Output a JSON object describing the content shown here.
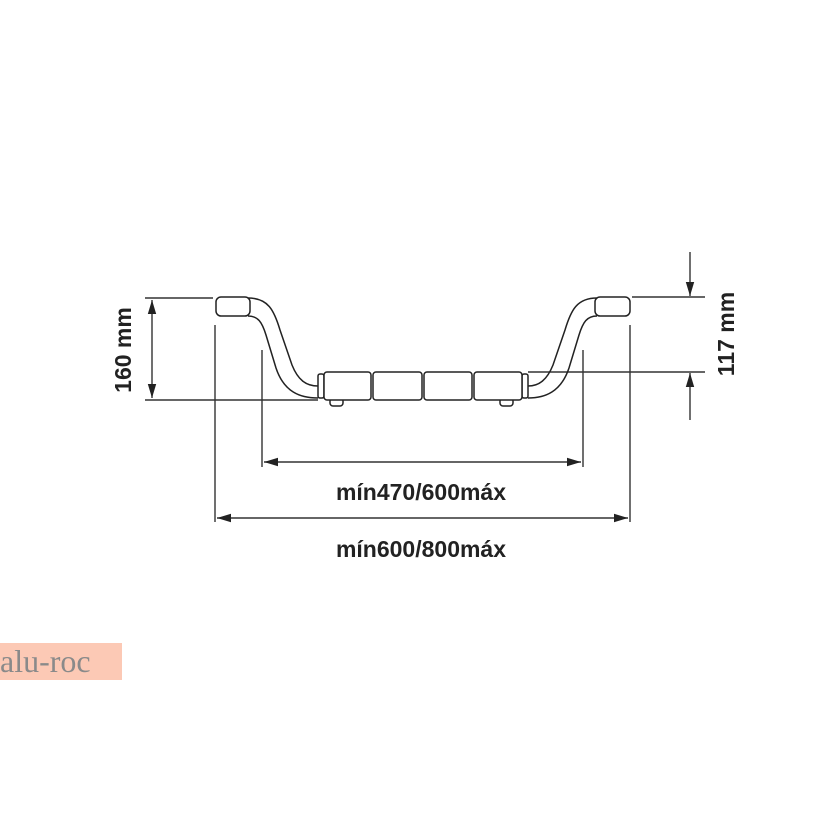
{
  "dimensions": {
    "height_total": "160 mm",
    "height_seat": "117 mm",
    "inner_width": "mín470/600máx",
    "outer_width": "mín600/800máx"
  },
  "logo": {
    "text": "alu-roc",
    "color": "#fcc9b5"
  }
}
